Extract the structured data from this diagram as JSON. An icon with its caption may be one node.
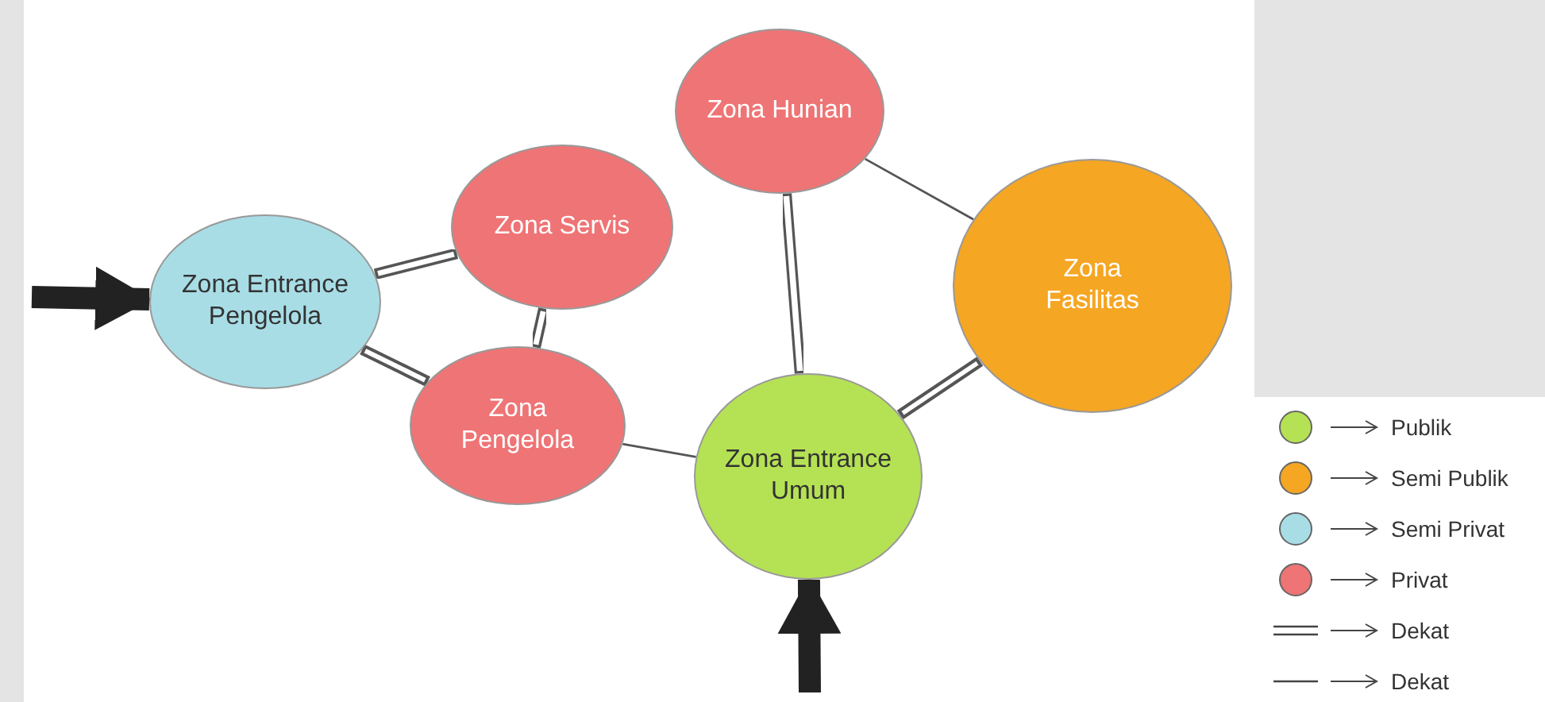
{
  "diagram": {
    "nodes": [
      {
        "text": [
          "Zona Entrance Pengelola"
        ]
      },
      {
        "text": [
          "Zona Servis"
        ]
      },
      {
        "text": [
          "Zona Pengelola"
        ]
      },
      {
        "text": [
          "Zona Hunian"
        ]
      },
      {
        "text": [
          "Zona Fasilitas"
        ]
      },
      {
        "text": [
          "Zona Entrance Umum"
        ]
      }
    ],
    "edges": [
      {
        "from": null,
        "to": 0,
        "arrow": "to",
        "style": "thick"
      },
      {
        "from": null,
        "to": 5,
        "arrow": "to",
        "style": "thick"
      },
      {
        "from": 0,
        "to": 1,
        "arrow": "none"
      },
      {
        "from": 0,
        "to": 2,
        "arrow": "none"
      },
      {
        "from": 1,
        "to": 2,
        "arrow": "none"
      },
      {
        "from": 2,
        "to": 5,
        "arrow": "none"
      },
      {
        "from": 3,
        "to": 5,
        "arrow": "none"
      },
      {
        "from": 3,
        "to": 4,
        "arrow": "none"
      },
      {
        "from": 4,
        "to": 5,
        "arrow": "none"
      }
    ],
    "legend": [
      {
        "text": "Publik",
        "color": "#b5e254"
      },
      {
        "text": "Semi Publik",
        "color": "#f5a623"
      },
      {
        "text": "Semi Privat",
        "color": "#a8dde6"
      },
      {
        "text": "Privat",
        "color": "#ef7475"
      },
      {
        "text": "Dekat"
      },
      {
        "text": "Dekat"
      }
    ]
  }
}
